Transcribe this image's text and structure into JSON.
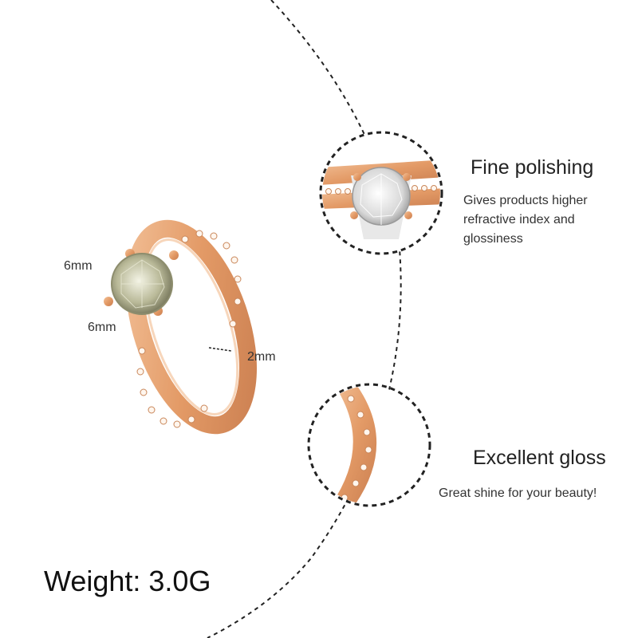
{
  "dimensions": {
    "stone_width": "6mm",
    "stone_height": "6mm",
    "band_width": "2mm"
  },
  "features": [
    {
      "title": "Fine polishing",
      "description": "Gives products higher refractive index and glossiness",
      "description_lines": [
        "Gives products higher",
        "refractive index and",
        "glossiness"
      ]
    },
    {
      "title": "Excellent gloss",
      "description": "Great shine for your beauty!"
    }
  ],
  "weight_label": "Weight: 3.0G",
  "colors": {
    "gold": "#e6a070",
    "gold_dark": "#c9825a",
    "dash_line": "#222222",
    "stone": "#c9c9a8"
  }
}
